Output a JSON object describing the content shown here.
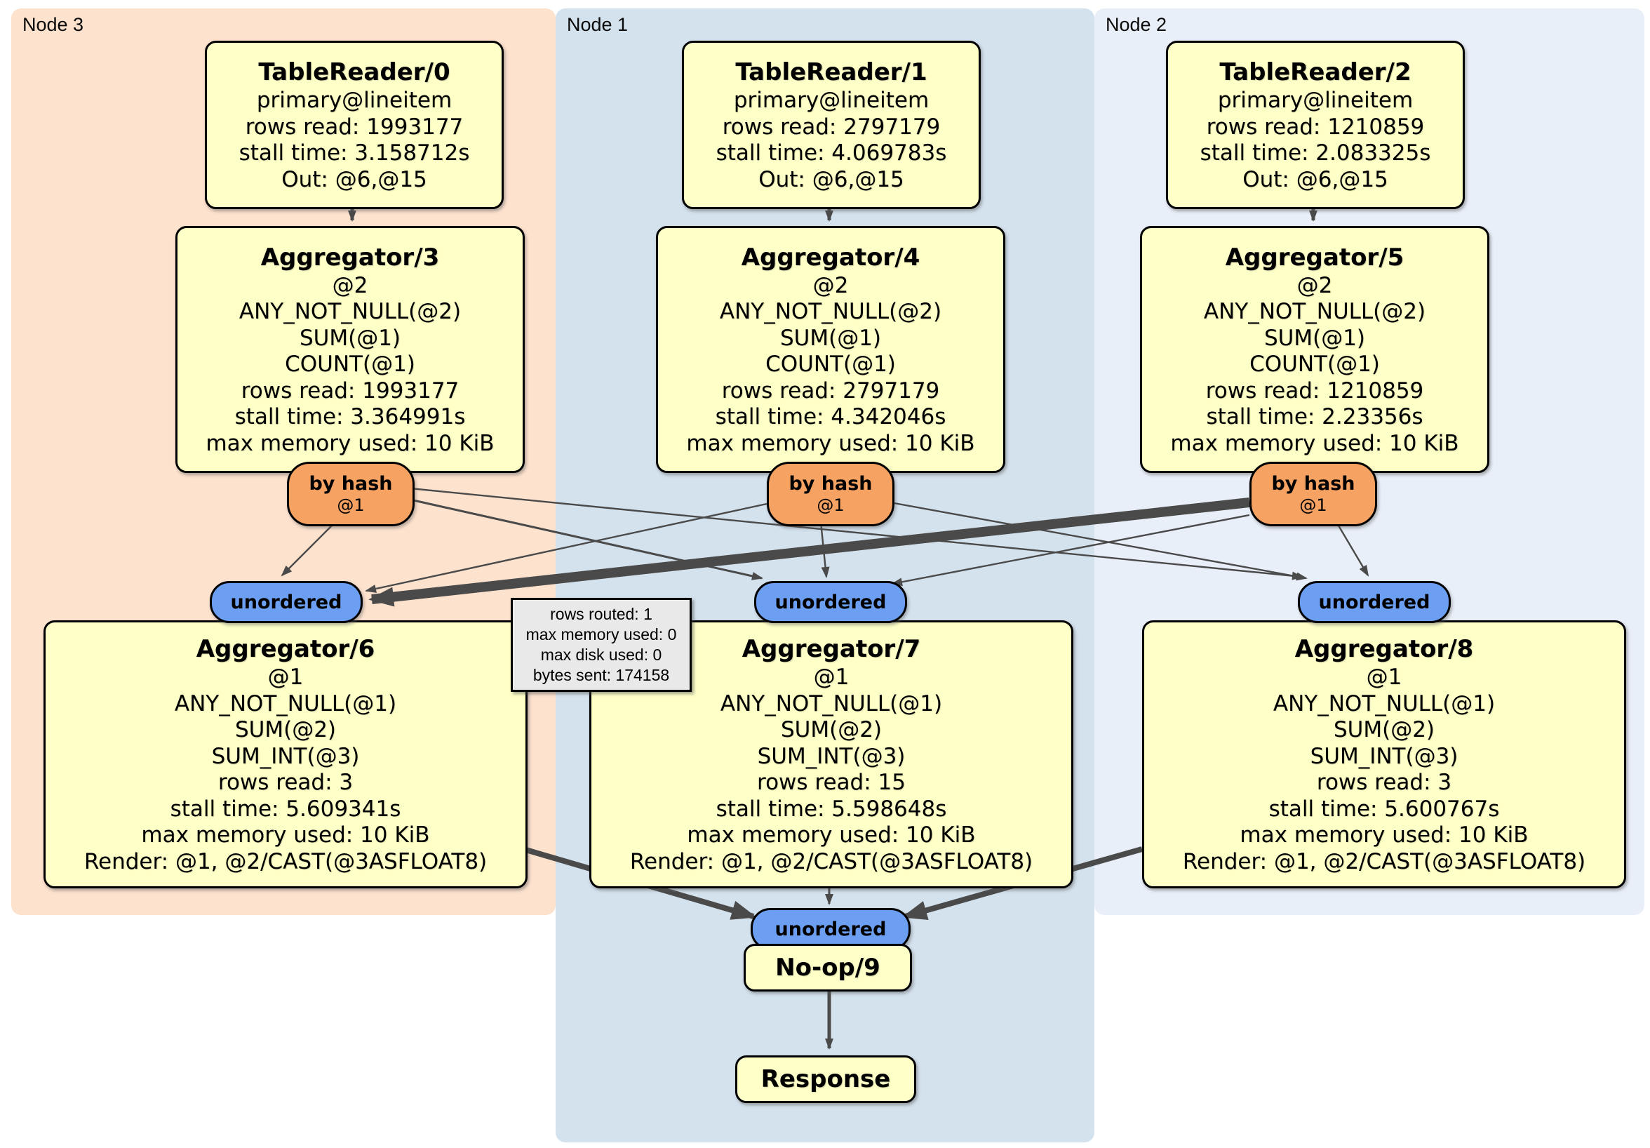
{
  "panels": [
    {
      "label": "Node 3"
    },
    {
      "label": "Node 1"
    },
    {
      "label": "Node 2"
    }
  ],
  "processors": [
    {
      "title": "TableReader/0",
      "lines": [
        "primary@lineitem",
        "rows read: 1993177",
        "stall time: 3.158712s",
        "Out: @6,@15"
      ]
    },
    {
      "title": "TableReader/1",
      "lines": [
        "primary@lineitem",
        "rows read: 2797179",
        "stall time: 4.069783s",
        "Out: @6,@15"
      ]
    },
    {
      "title": "TableReader/2",
      "lines": [
        "primary@lineitem",
        "rows read: 1210859",
        "stall time: 2.083325s",
        "Out: @6,@15"
      ]
    },
    {
      "title": "Aggregator/3",
      "lines": [
        "@2",
        "ANY_NOT_NULL(@2)",
        "SUM(@1)",
        "COUNT(@1)",
        "rows read: 1993177",
        "stall time: 3.364991s",
        "max memory used: 10 KiB"
      ]
    },
    {
      "title": "Aggregator/4",
      "lines": [
        "@2",
        "ANY_NOT_NULL(@2)",
        "SUM(@1)",
        "COUNT(@1)",
        "rows read: 2797179",
        "stall time: 4.342046s",
        "max memory used: 10 KiB"
      ]
    },
    {
      "title": "Aggregator/5",
      "lines": [
        "@2",
        "ANY_NOT_NULL(@2)",
        "SUM(@1)",
        "COUNT(@1)",
        "rows read: 1210859",
        "stall time: 2.23356s",
        "max memory used: 10 KiB"
      ]
    },
    {
      "title": "Aggregator/6",
      "lines": [
        "@1",
        "ANY_NOT_NULL(@1)",
        "SUM(@2)",
        "SUM_INT(@3)",
        "rows read: 3",
        "stall time: 5.609341s",
        "max memory used: 10 KiB",
        "Render: @1, @2/CAST(@3ASFLOAT8)"
      ]
    },
    {
      "title": "Aggregator/7",
      "lines": [
        "@1",
        "ANY_NOT_NULL(@1)",
        "SUM(@2)",
        "SUM_INT(@3)",
        "rows read: 15",
        "stall time: 5.598648s",
        "max memory used: 10 KiB",
        "Render: @1, @2/CAST(@3ASFLOAT8)"
      ]
    },
    {
      "title": "Aggregator/8",
      "lines": [
        "@1",
        "ANY_NOT_NULL(@1)",
        "SUM(@2)",
        "SUM_INT(@3)",
        "rows read: 3",
        "stall time: 5.600767s",
        "max memory used: 10 KiB",
        "Render: @1, @2/CAST(@3ASFLOAT8)"
      ]
    },
    {
      "title": "No-op/9"
    },
    {
      "title": "Response"
    }
  ],
  "routers": [
    {
      "label": "by hash",
      "detail": "@1"
    },
    {
      "label": "by hash",
      "detail": "@1"
    },
    {
      "label": "by hash",
      "detail": "@1"
    }
  ],
  "streams": [
    {
      "label": "unordered"
    },
    {
      "label": "unordered"
    },
    {
      "label": "unordered"
    },
    {
      "label": "unordered"
    }
  ],
  "tooltip": {
    "lines": [
      "rows routed: 1",
      "max memory used: 0",
      "max disk used: 0",
      "bytes sent: 174158"
    ]
  },
  "colors": {
    "panel-node3": "#fde2ce",
    "panel-node1": "#d4e2ee",
    "panel-node2": "#e9eff9",
    "box-fill": "#ffffc8",
    "router-fill": "#f5a263",
    "stream-fill": "#6c9ff2",
    "tooltip-fill": "#e9e9e9",
    "edge": "#4a4a4a",
    "border": "#000000"
  }
}
